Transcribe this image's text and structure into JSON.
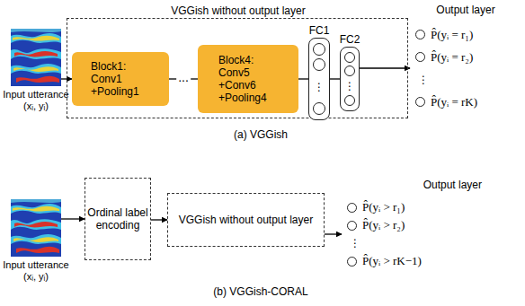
{
  "diagram": {
    "nodes": [
      {
        "text": [
          "Input utterance",
          "(xᵢ, yᵢ)"
        ]
      },
      {
        "text": [
          "VGGish without output layer"
        ]
      },
      {
        "text": [
          "Block1: Conv1 +Pooling1"
        ],
        "in": 1
      },
      {
        "text": [
          "Block4: Conv5 +Conv6 +Pooling4"
        ],
        "in": 1
      },
      {
        "text": [
          "FC1",
          "⋮"
        ],
        "in": 1
      },
      {
        "text": [
          "FC2",
          "⋮"
        ],
        "in": 1
      },
      {
        "text": [
          "Output layer",
          "P̂(yᵢ = r₁)",
          "P̂(yᵢ = r₂)",
          "⋮",
          "P̂(yᵢ = rK)"
        ]
      },
      {
        "text": [
          "Input utterance",
          "(xᵢ, yᵢ)"
        ]
      },
      {
        "text": [
          "Ordinal label encoding"
        ]
      },
      {
        "text": [
          "VGGish without output layer"
        ]
      },
      {
        "text": [
          "Output layer",
          "P̂(yᵢ > r₁)",
          "P̂(yᵢ > r₂)",
          "⋮",
          "P̂(yᵢ > rK−1)"
        ]
      }
    ],
    "edges": [
      {
        "from": 0,
        "to": 2,
        "arrow": "to"
      },
      {
        "from": 2,
        "to": 3,
        "label": "...",
        "arrow": "none"
      },
      {
        "from": 3,
        "to": 4,
        "arrow": "none"
      },
      {
        "from": 4,
        "to": 5,
        "arrow": "none"
      },
      {
        "from": 5,
        "to": 6,
        "arrow": "to"
      },
      {
        "from": 7,
        "to": 8,
        "arrow": "to"
      },
      {
        "from": 8,
        "to": 9,
        "arrow": "to"
      },
      {
        "from": 9,
        "to": 10,
        "arrow": "to"
      }
    ],
    "labels": [
      "(a) VGGish",
      "(b) VGGish-CORAL"
    ]
  }
}
